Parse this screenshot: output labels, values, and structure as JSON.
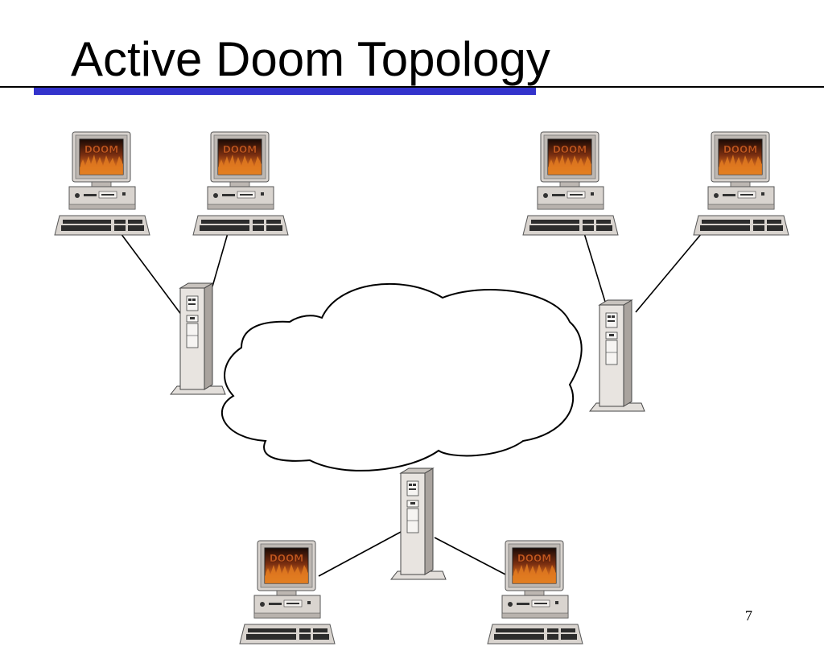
{
  "slide": {
    "title": "Active Doom Topology",
    "page_number": "7",
    "accent_color": "#3333cc"
  },
  "diagram": {
    "cloud": {
      "label": ""
    },
    "screen_text": "DOOM",
    "colors": {
      "case": "#d9d4cf",
      "case_shadow": "#a9a39e",
      "screen": "#2a1208",
      "flame": "#d2691e",
      "flame_bright": "#f0a030",
      "line": "#000000"
    }
  }
}
